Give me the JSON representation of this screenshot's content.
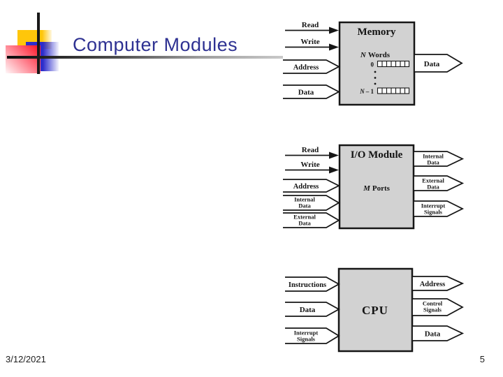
{
  "slide": {
    "title": "Computer Modules",
    "date": "3/12/2021",
    "page_number": "5"
  },
  "colors": {
    "title_text": "#2E3192",
    "box_fill": "#D2D2D2",
    "line_stroke": "#161616",
    "logo_yellow": "#FFC60A",
    "logo_blue": "#2D2DCC",
    "logo_red": "#FF1F30"
  },
  "diagrams": {
    "memory": {
      "box_title": "Memory",
      "words_label": {
        "var": "N",
        "rest": "Words"
      },
      "first_row_label": "0",
      "last_row_label": {
        "var": "N",
        "rest": "– 1"
      },
      "inputs": [
        {
          "label": "Read"
        },
        {
          "label": "Write"
        },
        {
          "label": "Address"
        },
        {
          "label": "Data"
        }
      ],
      "outputs": [
        {
          "label": "Data"
        }
      ]
    },
    "io": {
      "box_title": "I/O Module",
      "ports_label": {
        "var": "M",
        "rest": "Ports"
      },
      "inputs": [
        {
          "label": "Read"
        },
        {
          "label": "Write"
        },
        {
          "label": "Address"
        },
        {
          "line1": "Internal",
          "line2": "Data"
        },
        {
          "line1": "External",
          "line2": "Data"
        }
      ],
      "outputs": [
        {
          "line1": "Internal",
          "line2": "Data"
        },
        {
          "line1": "External",
          "line2": "Data"
        },
        {
          "line1": "Interrupt",
          "line2": "Signals"
        }
      ]
    },
    "cpu": {
      "box_title": "CPU",
      "inputs": [
        {
          "label": "Instructions"
        },
        {
          "label": "Data"
        },
        {
          "line1": "Interrupt",
          "line2": "Signals"
        }
      ],
      "outputs": [
        {
          "label": "Address"
        },
        {
          "line1": "Control",
          "line2": "Signals"
        },
        {
          "label": "Data"
        }
      ]
    }
  }
}
